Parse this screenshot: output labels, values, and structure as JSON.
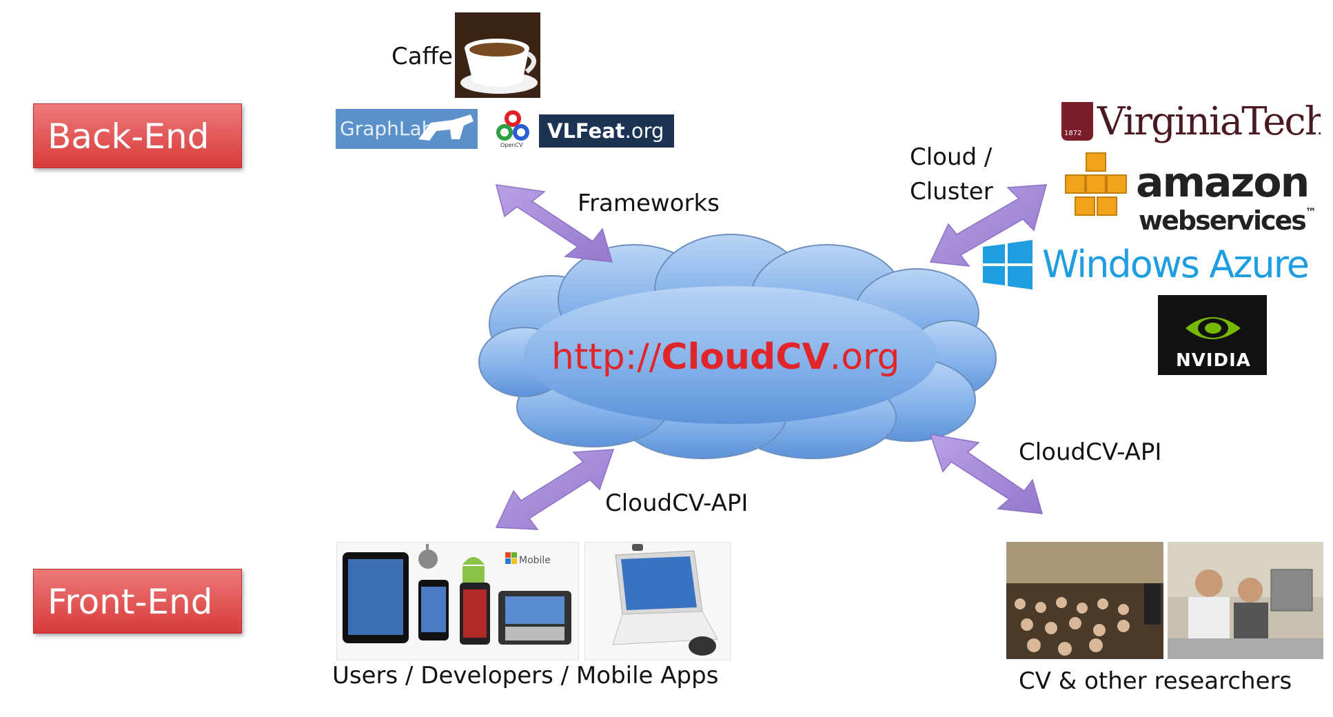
{
  "tiers": {
    "backend": "Back-End",
    "frontend": "Front-End"
  },
  "backend_frameworks": {
    "caffe_label": "Caffe",
    "graphlab": "GraphLab",
    "opencv": "OpenCV",
    "vlfeat_main": "VLFeat",
    "vlfeat_suffix": ".org"
  },
  "cloud": {
    "url_prefix": "http://",
    "url_brand": "CloudCV",
    "url_suffix": ".org"
  },
  "connections": {
    "frameworks": "Frameworks",
    "cloud_cluster_line1": "Cloud /",
    "cloud_cluster_line2": "Cluster",
    "api_left": "CloudCV-API",
    "api_right": "CloudCV-API"
  },
  "providers": {
    "virginia_tech": "VirginiaTech",
    "vt_year": "1872",
    "amazon": "amazon",
    "amazon_sub": "webservices",
    "tm": "™",
    "azure": "Windows Azure",
    "nvidia": "NVIDIA"
  },
  "frontend_users": {
    "caption": "Users / Developers / Mobile Apps",
    "windows_mobile": "Mobile"
  },
  "researchers": {
    "caption": "CV & other researchers"
  },
  "colors": {
    "button_red": "#d83a3a",
    "arrow_purple": "#a98fd6",
    "cloud_blue": "#7aaae6",
    "url_red": "#e0262b",
    "azure_blue": "#1e9de0",
    "vt_maroon": "#7a1c2a",
    "aws_orange": "#f0a21b",
    "nvidia_green": "#76b900"
  }
}
